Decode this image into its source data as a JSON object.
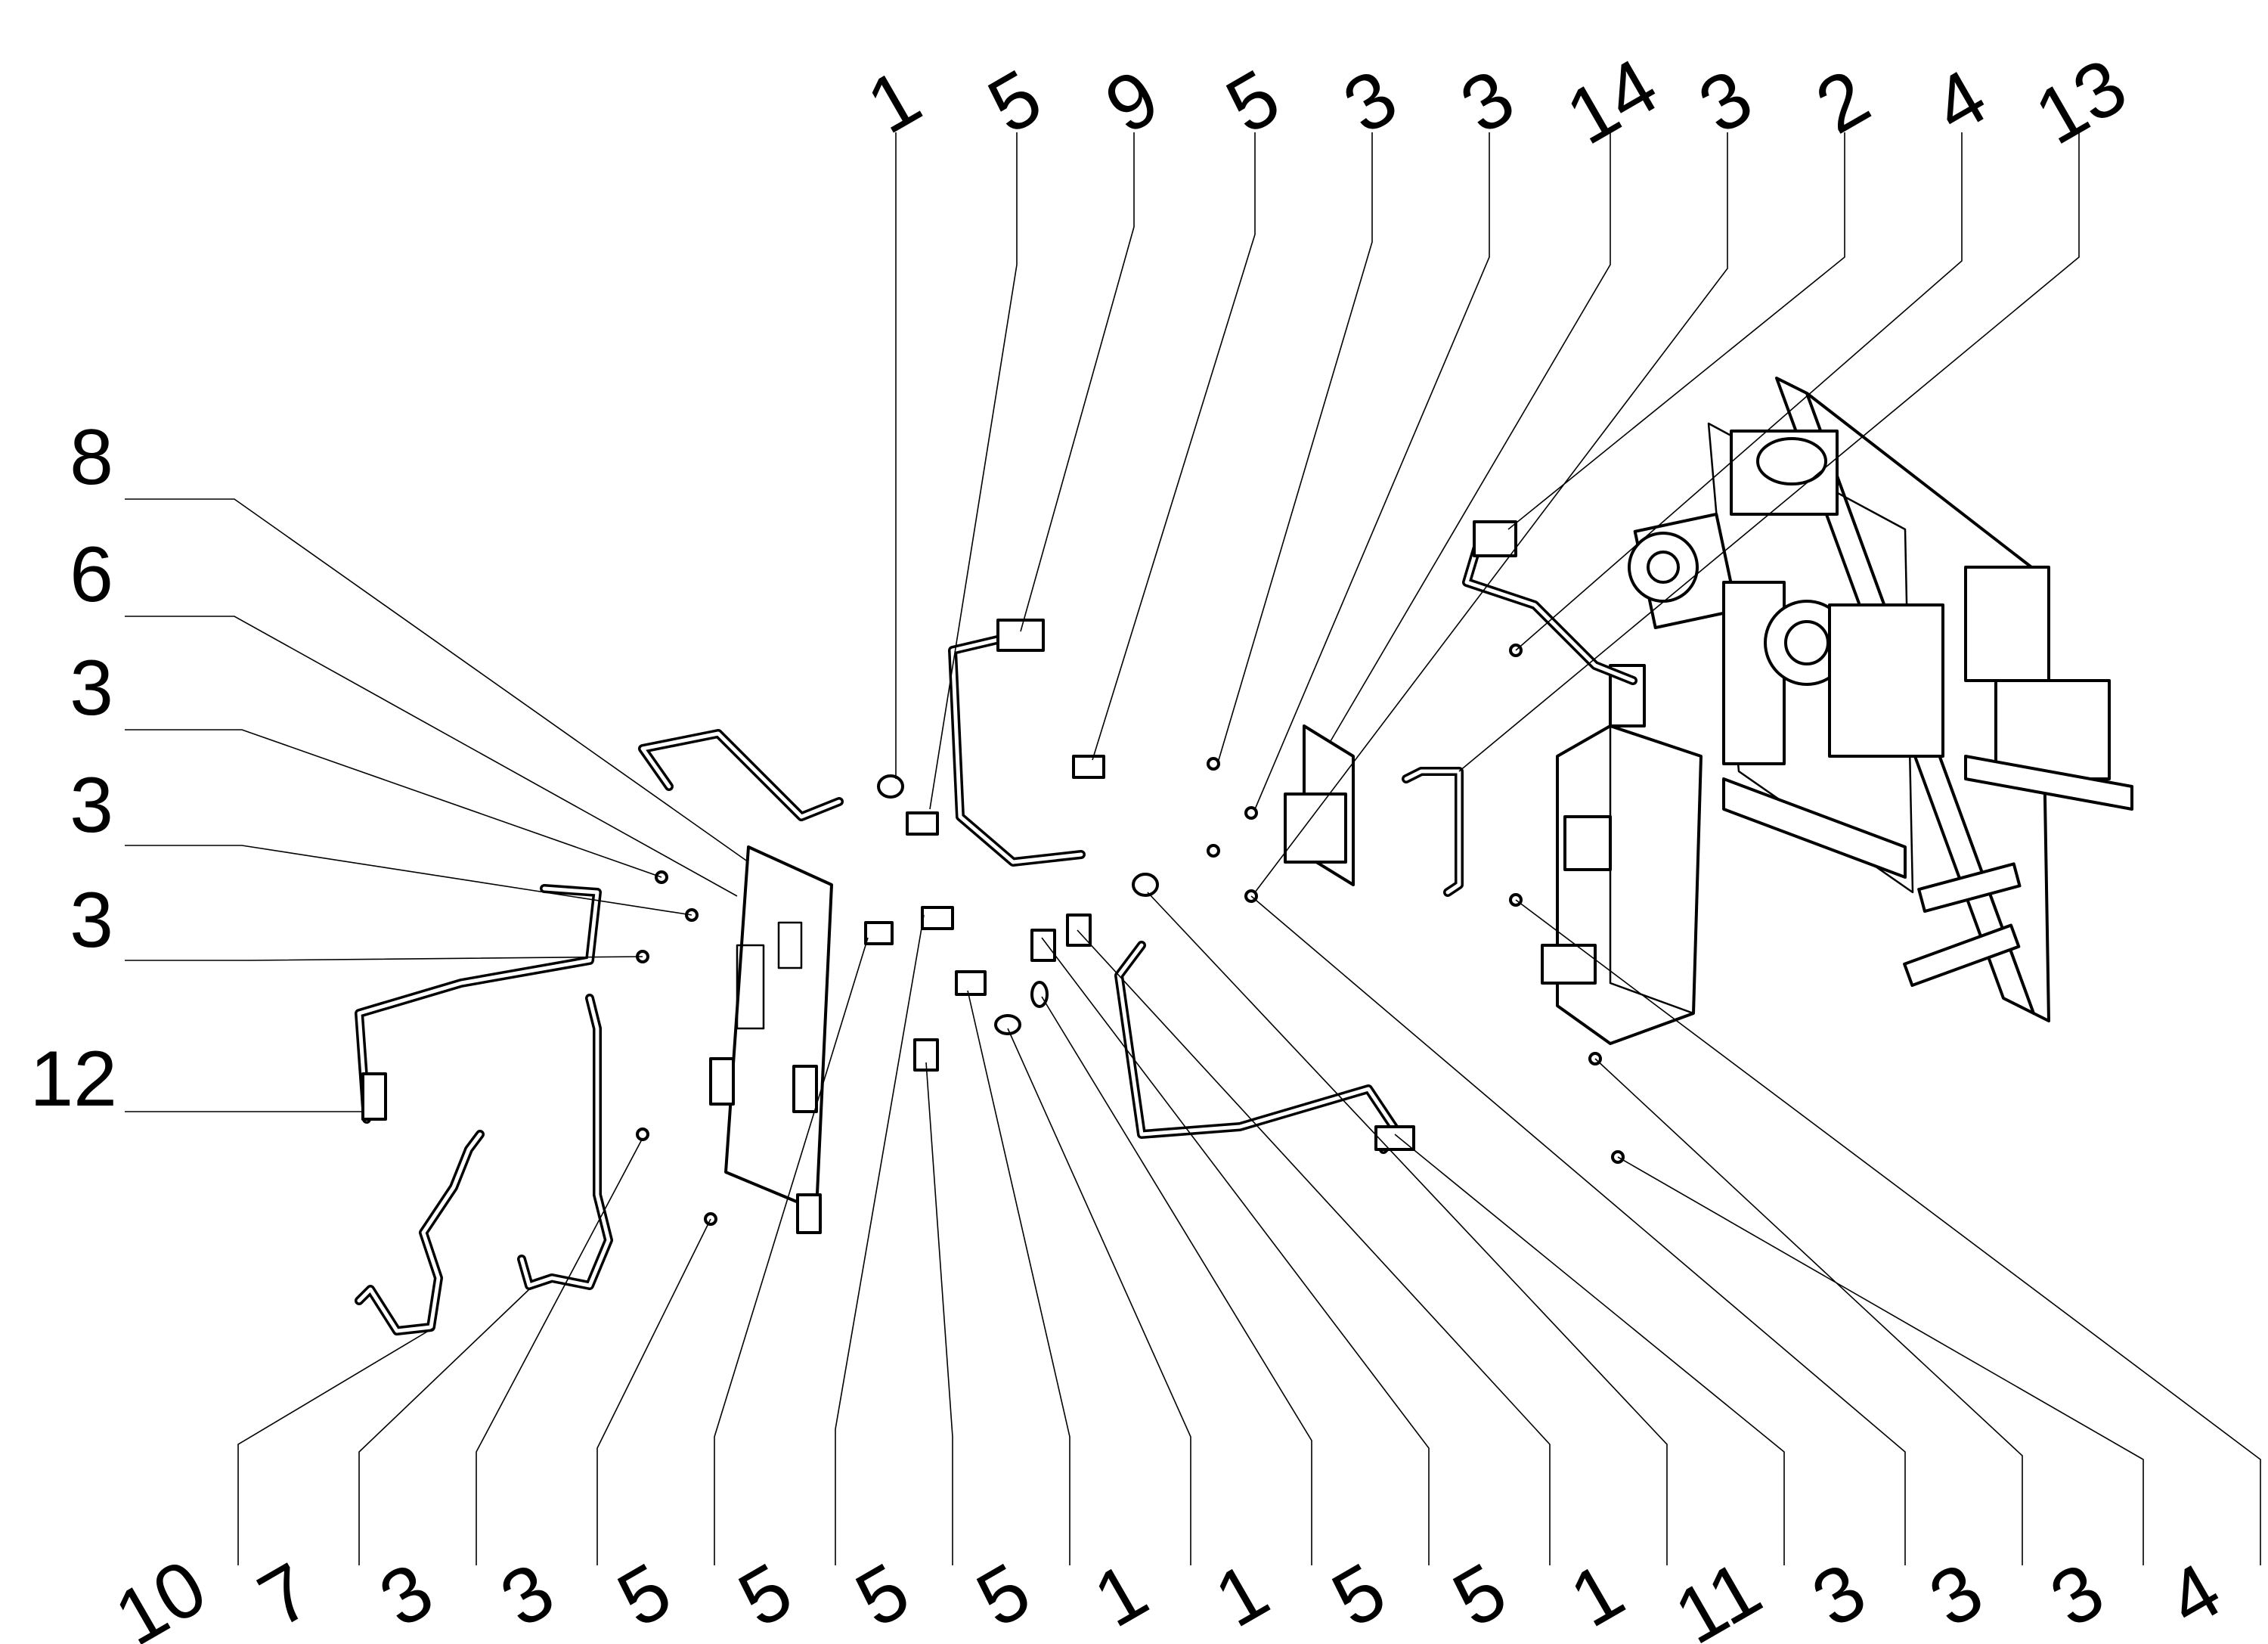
{
  "diagram": {
    "callouts_top": [
      "1",
      "5",
      "9",
      "5",
      "3",
      "3",
      "14",
      "3",
      "2",
      "4",
      "13"
    ],
    "callouts_left": [
      "8",
      "6",
      "3",
      "3",
      "3",
      "12"
    ],
    "callouts_bottom": [
      "10",
      "7",
      "3",
      "3",
      "5",
      "5",
      "5",
      "5",
      "1",
      "1",
      "5",
      "5",
      "1",
      "11",
      "3",
      "3",
      "3",
      "4"
    ]
  }
}
